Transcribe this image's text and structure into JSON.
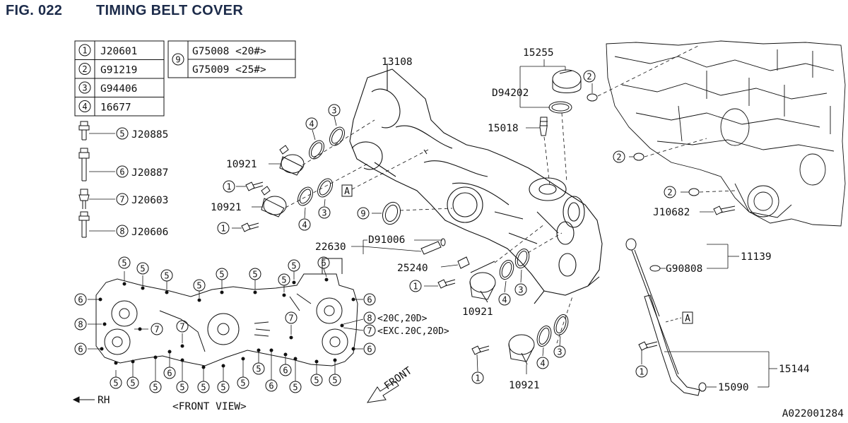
{
  "header": {
    "fig_number": "FIG. 022",
    "title": "TIMING BELT COVER"
  },
  "legend": {
    "items": [
      {
        "num": "1",
        "code": "J20601"
      },
      {
        "num": "2",
        "code": "G91219"
      },
      {
        "num": "3",
        "code": "G94406"
      },
      {
        "num": "4",
        "code": "16677"
      }
    ],
    "item9": {
      "num": "9",
      "codes": [
        "G75008 <20#>",
        "G75009 <25#>"
      ]
    }
  },
  "bolts": [
    {
      "num": "5",
      "code": "J20885"
    },
    {
      "num": "6",
      "code": "J20887"
    },
    {
      "num": "7",
      "code": "J20603"
    },
    {
      "num": "8",
      "code": "J20606"
    }
  ],
  "part_labels": {
    "p13108": "13108",
    "p15255": "15255",
    "pD94202": "D94202",
    "p15018": "15018",
    "p10921_a": "10921",
    "p10921_b": "10921",
    "p10921_c": "10921",
    "p10921_d": "10921",
    "p22630": "22630",
    "pD91006": "D91006",
    "p25240": "25240",
    "pJ10682": "J10682",
    "p11139": "11139",
    "pG90808": "G90808",
    "p15144": "15144",
    "p15090": "15090"
  },
  "callouts": {
    "c8": "<20C,20D>",
    "c7": "<EXC.20C,20D>"
  },
  "marker_a": "A",
  "front_view": "<FRONT VIEW>",
  "rh": "RH",
  "front": "FRONT",
  "diagram_code": "A022001284"
}
